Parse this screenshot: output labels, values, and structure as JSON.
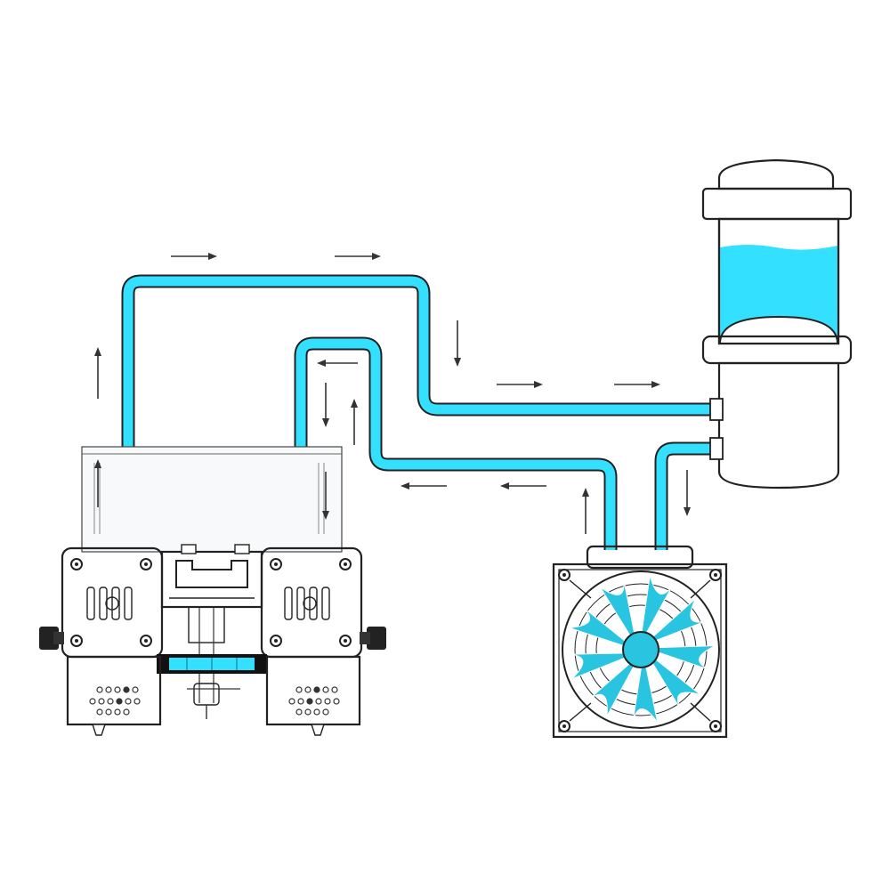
{
  "diagram": {
    "title": "",
    "colors": {
      "coolant": "#33e0ff",
      "fan_blade": "#29c4e0",
      "outline": "#222222",
      "arrow": "#333333",
      "background": "#ffffff",
      "clamp": "#111111"
    },
    "components": [
      {
        "name": "dual-extruder-hotend-assembly",
        "interactable": false
      },
      {
        "name": "coolant-reservoir",
        "interactable": false
      },
      {
        "name": "radiator-fan",
        "interactable": false
      },
      {
        "name": "coolant-tubing",
        "interactable": false
      }
    ],
    "flow": {
      "arrow_directions": [
        "right",
        "right",
        "down",
        "right",
        "right",
        "up",
        "up",
        "left",
        "down",
        "up",
        "down",
        "left",
        "left",
        "up",
        "down"
      ]
    }
  }
}
